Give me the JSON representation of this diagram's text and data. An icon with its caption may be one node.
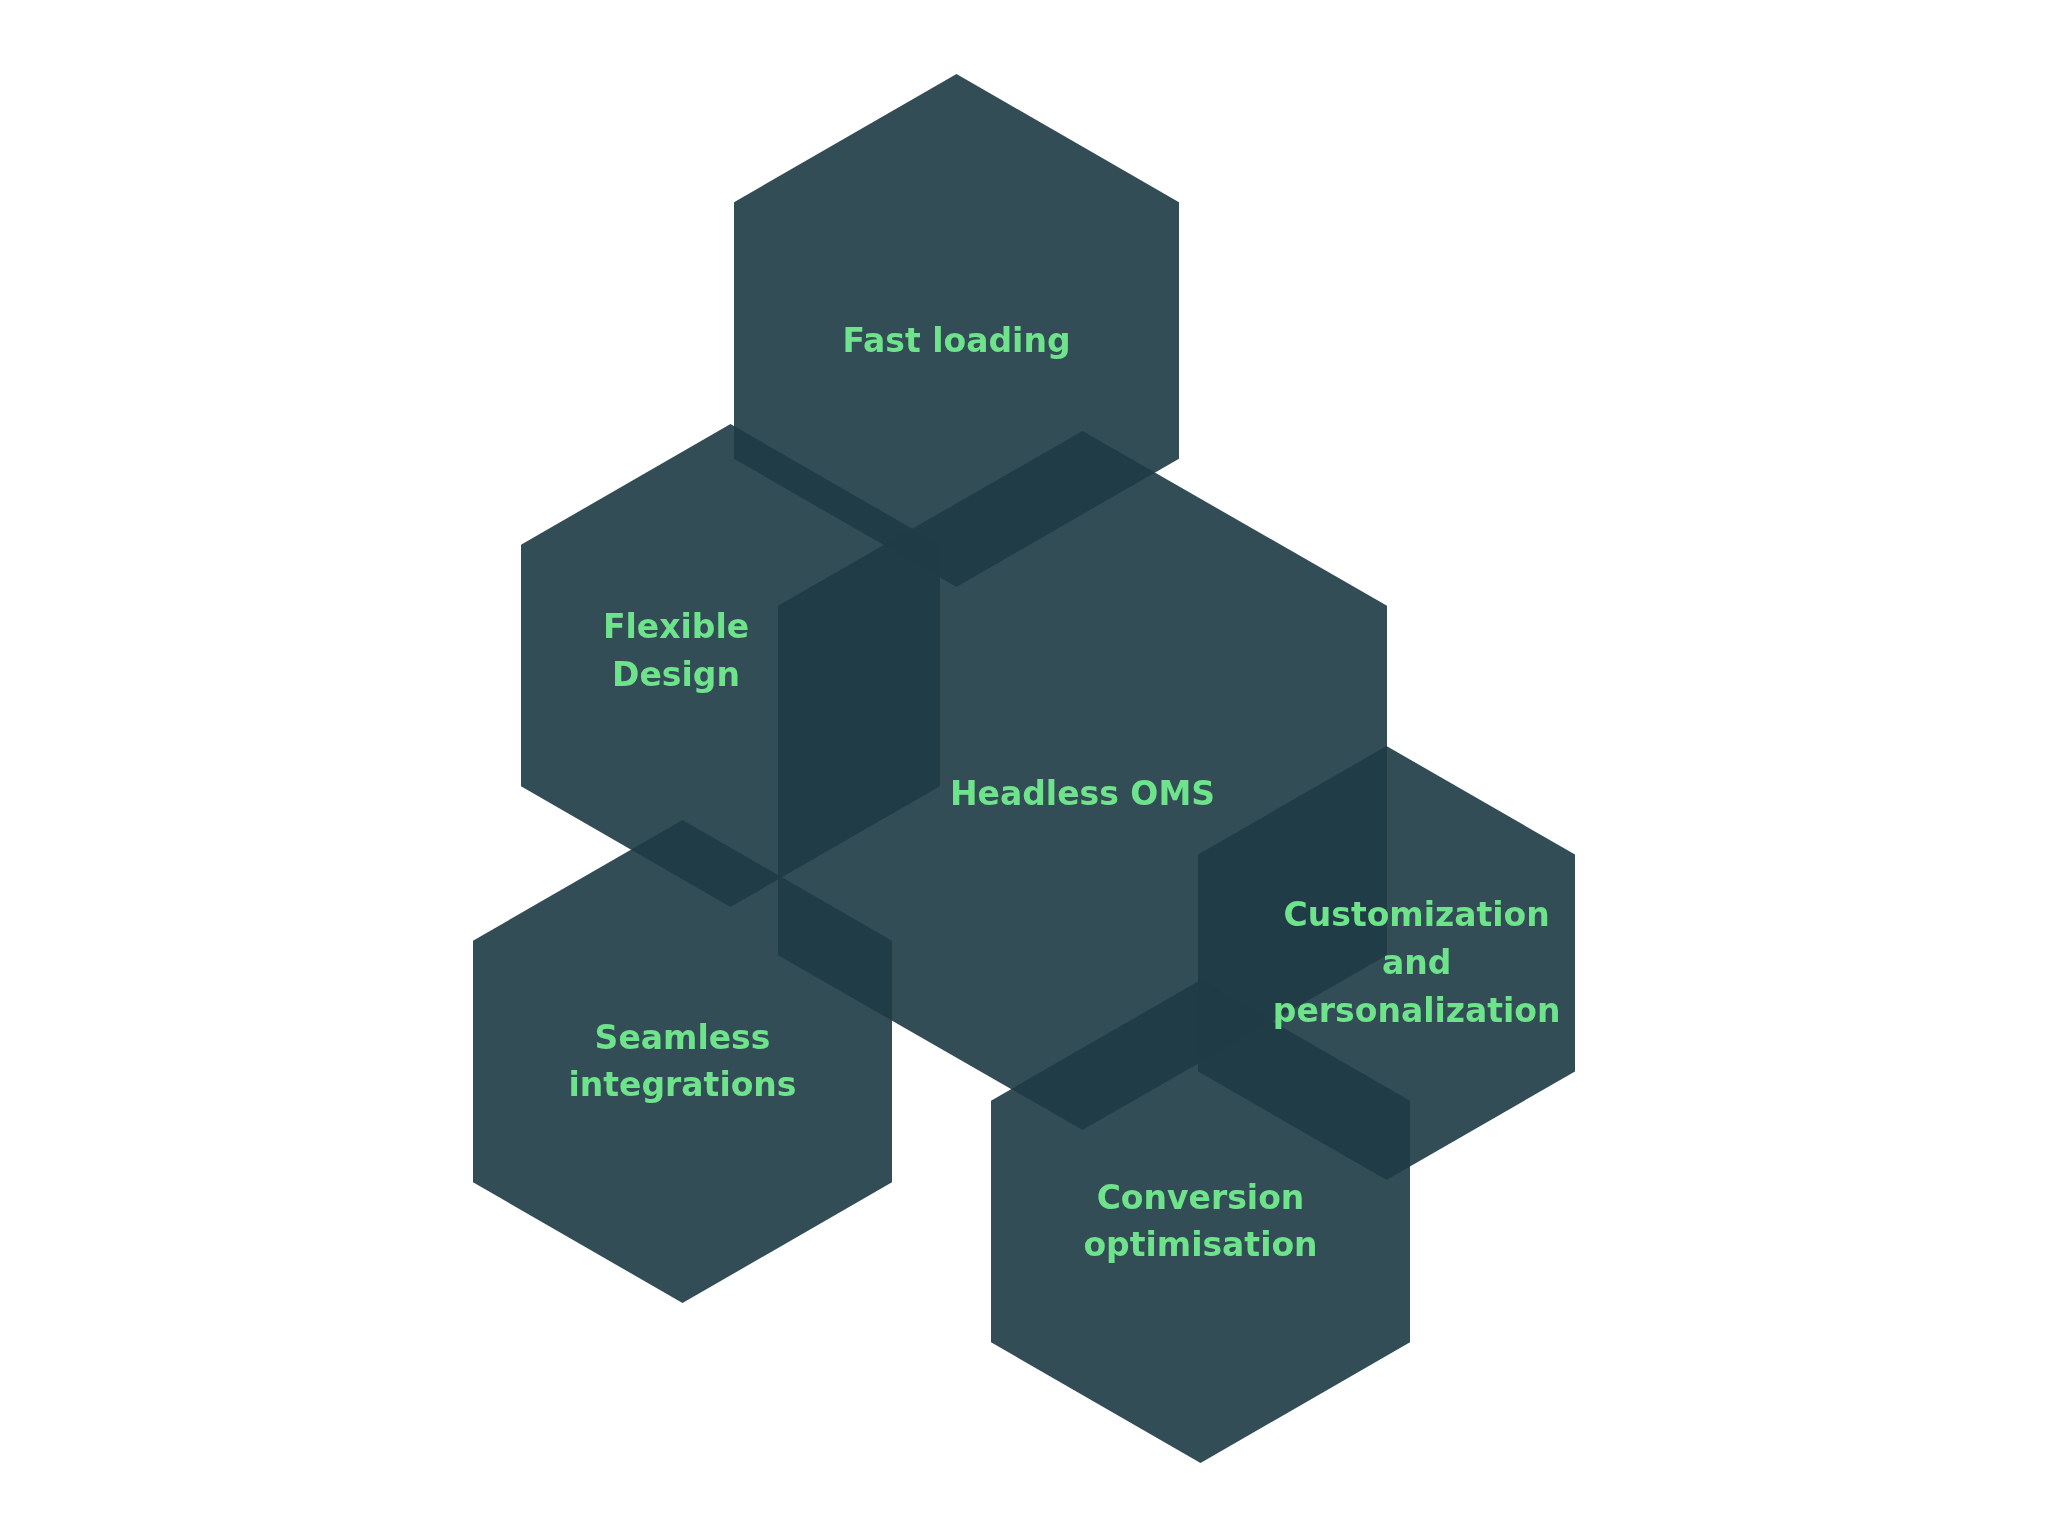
{
  "diagram": {
    "nodes": [
      {
        "text": [
          "Fast loading"
        ]
      },
      {
        "text": [
          "Flexible Design"
        ]
      },
      {
        "text": [
          "Headless OMS"
        ]
      },
      {
        "text": [
          "Customization and personalization"
        ]
      },
      {
        "text": [
          "Seamless integrations"
        ]
      },
      {
        "text": [
          "Conversion optimisation"
        ]
      }
    ]
  }
}
